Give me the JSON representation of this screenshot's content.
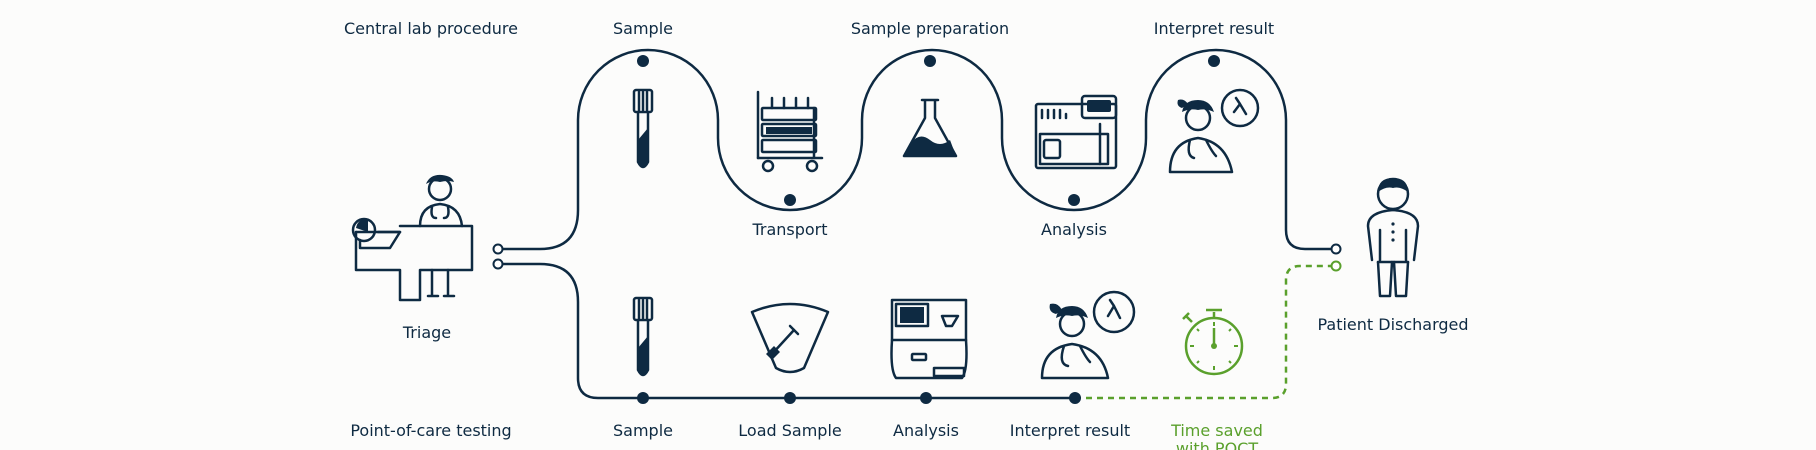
{
  "colors": {
    "primary": "#0e2a42",
    "accent": "#5aa02c",
    "background": "#fcfcfb"
  },
  "top_row": {
    "heading": "Central lab procedure",
    "steps": [
      {
        "label": "Sample",
        "icon": "sample-tube-icon"
      },
      {
        "label": "Transport",
        "icon": "transport-cart-icon"
      },
      {
        "label": "Sample preparation",
        "icon": "flask-icon"
      },
      {
        "label": "Analysis",
        "icon": "lab-analyzer-icon"
      },
      {
        "label": "Interpret result",
        "icon": "doctor-icon"
      }
    ]
  },
  "bottom_row": {
    "heading": "Point-of-care testing",
    "steps": [
      {
        "label": "Sample",
        "icon": "sample-tube-icon"
      },
      {
        "label": "Load Sample",
        "icon": "sample-cassette-icon"
      },
      {
        "label": "Analysis",
        "icon": "poct-analyzer-icon"
      },
      {
        "label": "Interpret result",
        "icon": "doctor-icon"
      }
    ]
  },
  "triage": {
    "label": "Triage",
    "icon": "triage-desk-icon"
  },
  "discharge": {
    "label": "Patient Discharged",
    "icon": "patient-icon"
  },
  "time_saved": {
    "label_line1": "Time saved",
    "label_line2": "with POCT",
    "icon": "stopwatch-icon"
  }
}
